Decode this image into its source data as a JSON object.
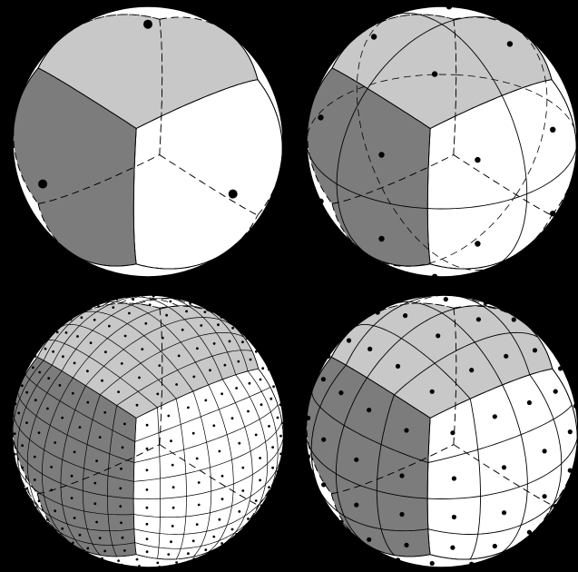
{
  "figure": {
    "background": "#000000",
    "panel_background": "#ffffff",
    "face_colors": {
      "light": "#c8c8c8",
      "dark": "#7c7c7c"
    },
    "line_color": "#000000",
    "panels": [
      {
        "subdivisions": 1
      },
      {
        "subdivisions": 2
      },
      {
        "subdivisions": 8
      },
      {
        "subdivisions": 4
      }
    ]
  }
}
